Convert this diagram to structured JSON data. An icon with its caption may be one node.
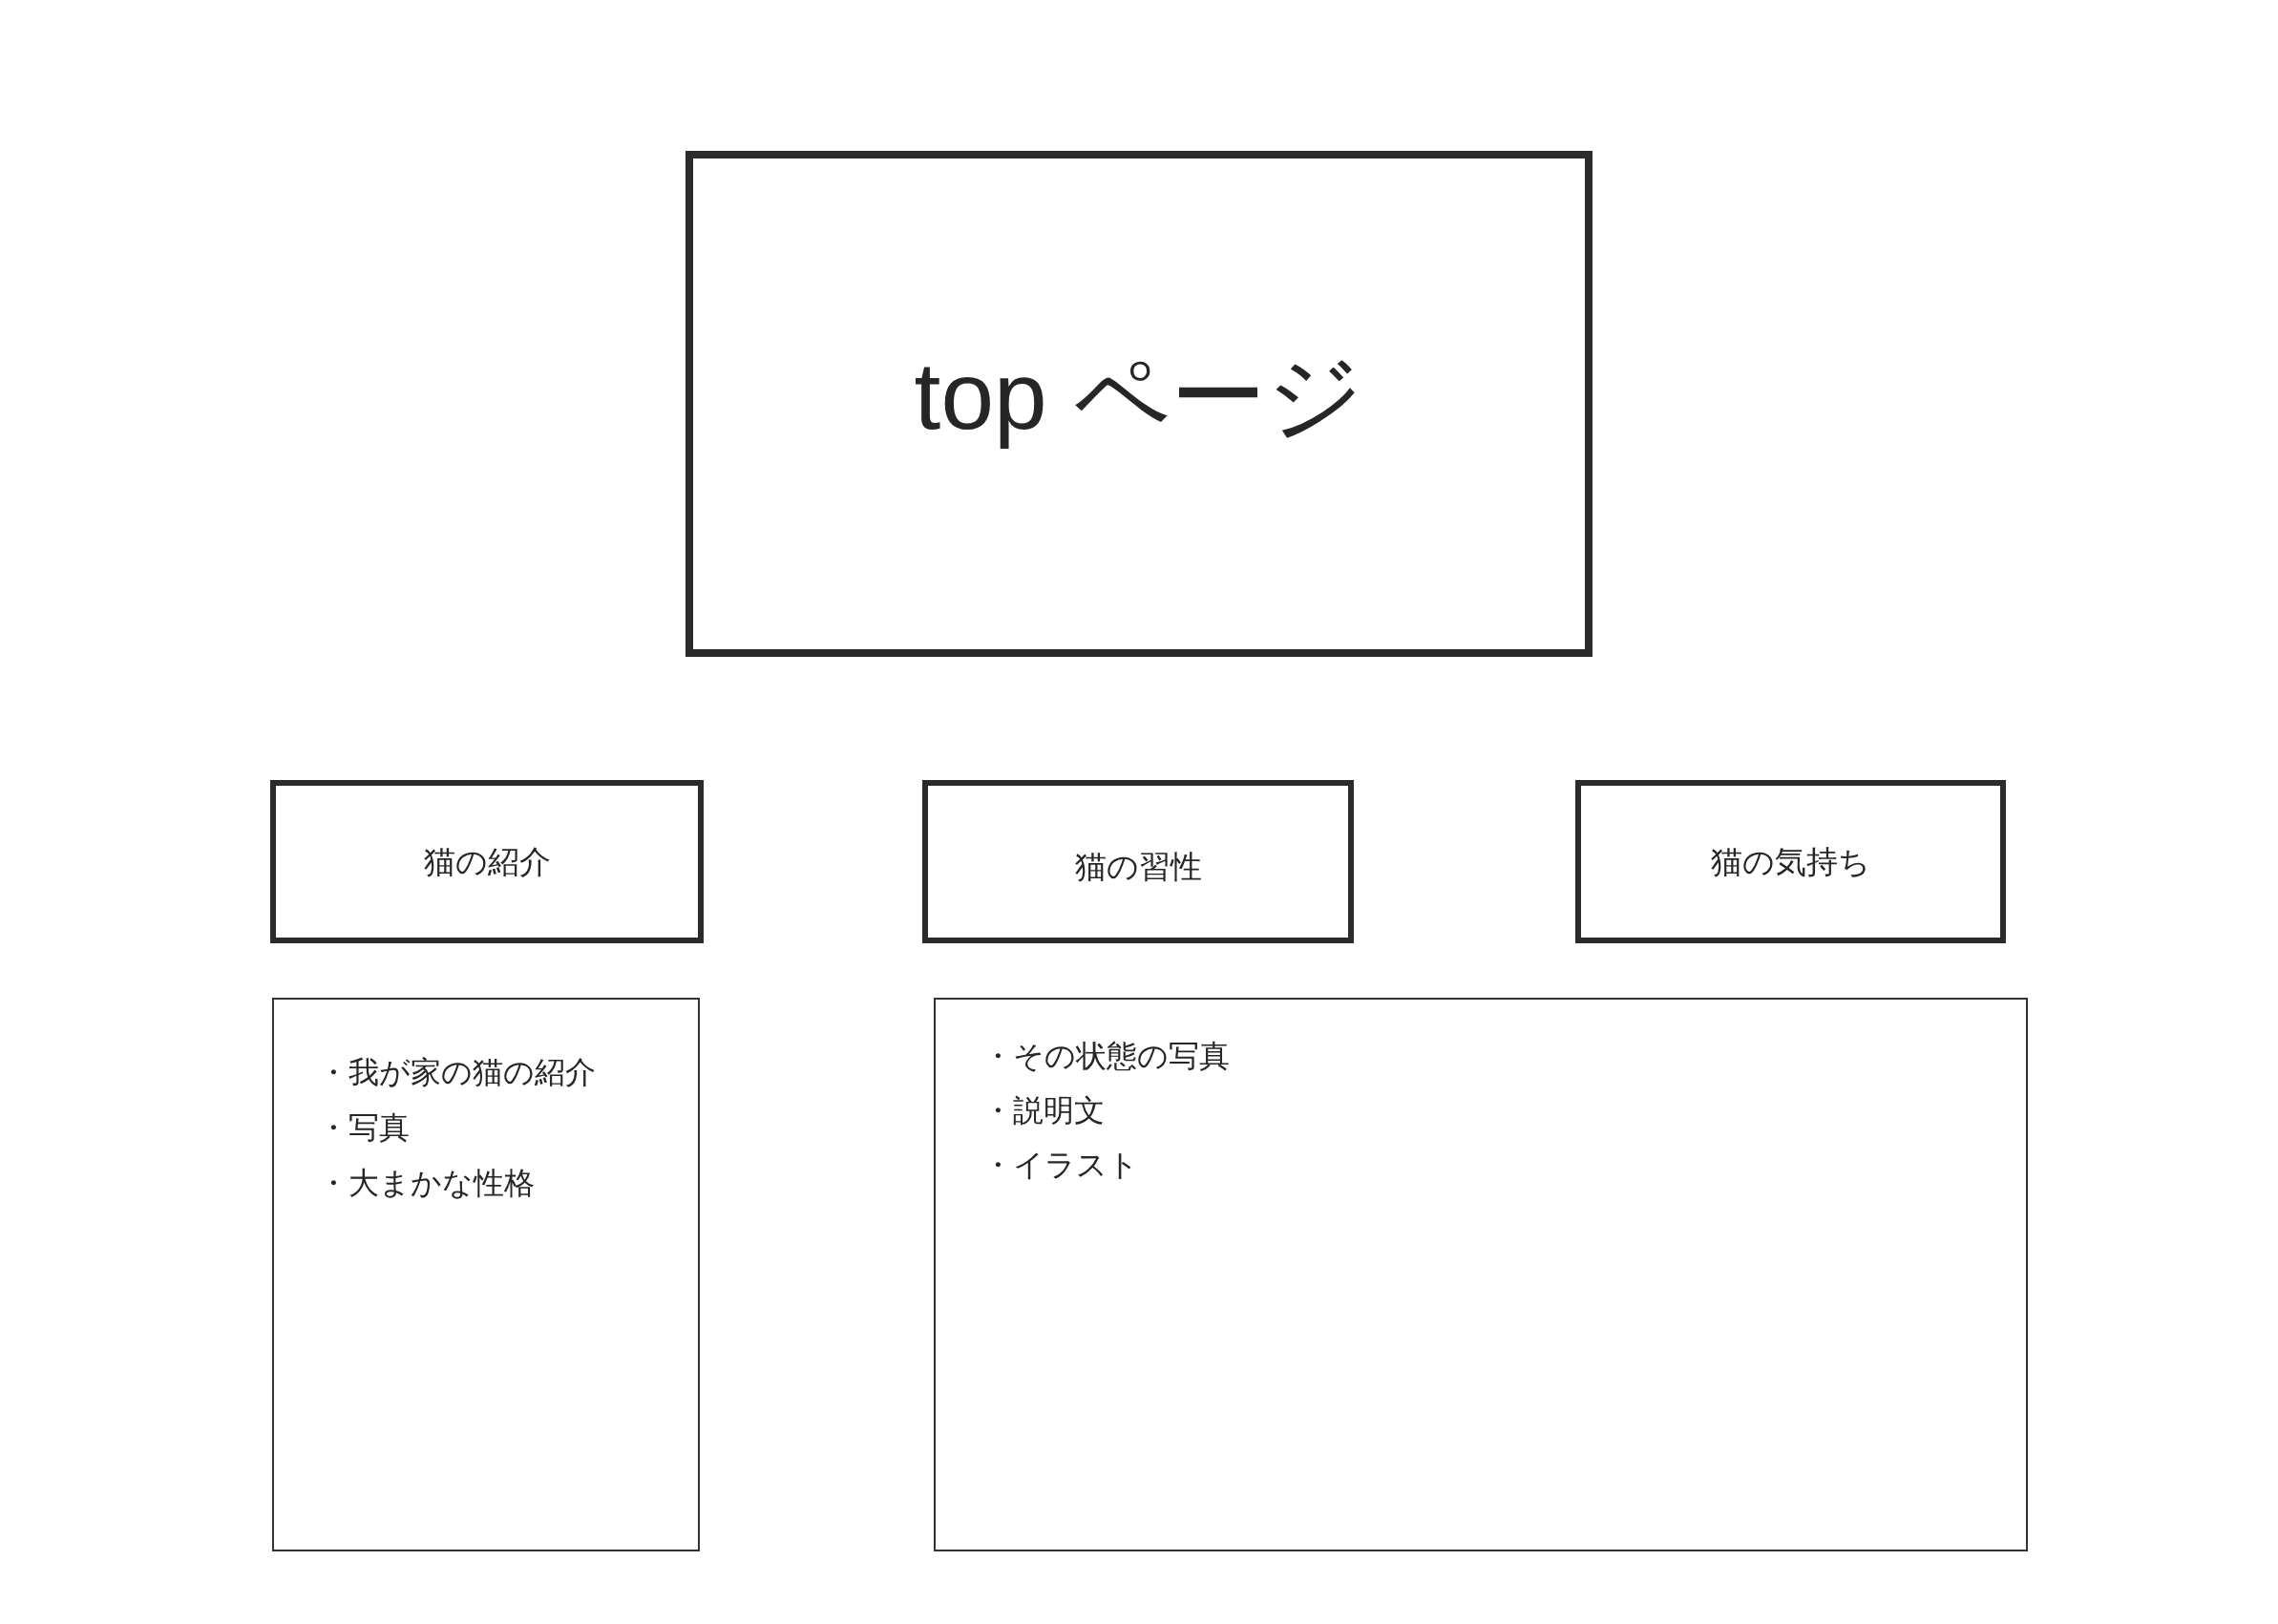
{
  "diagram": {
    "nodes": [
      {
        "text": [
          "top ページ"
        ]
      },
      {
        "text": [
          "猫の紹介"
        ]
      },
      {
        "text": [
          "猫の習性"
        ]
      },
      {
        "text": [
          "猫の気持ち"
        ]
      },
      {
        "text": [
          "・我が家の猫の紹介",
          "・写真",
          "・大まかな性格"
        ]
      },
      {
        "text": [
          "・その状態の写真",
          "・説明文",
          "・イラスト"
        ]
      }
    ]
  }
}
